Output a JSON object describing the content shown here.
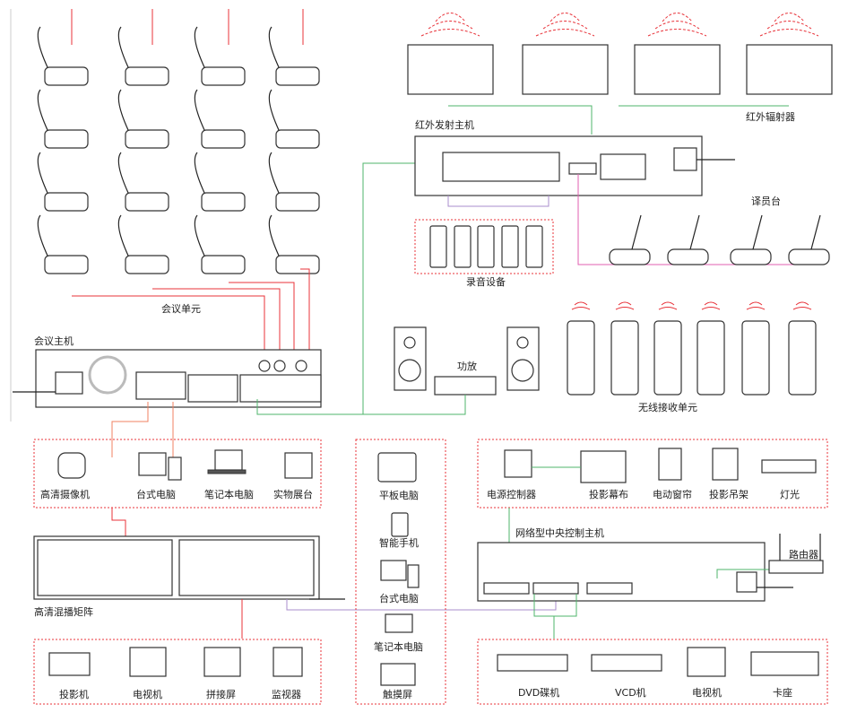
{
  "labels": {
    "conference_unit": "会议单元",
    "conference_host": "会议主机",
    "sources": [
      "高清摄像机",
      "台式电脑",
      "笔记本电脑",
      "实物展台"
    ],
    "matrix": "高清混播矩阵",
    "outputs": [
      "投影机",
      "电视机",
      "拼接屏",
      "监视器"
    ],
    "terminals": [
      "平板电脑",
      "智能手机",
      "台式电脑",
      "笔记本电脑",
      "触摸屏"
    ],
    "ir_radiator": "红外辐射器",
    "ir_transmitter": "红外发射主机",
    "recording": "录音设备",
    "interpreter": "译员台",
    "amplifier": "功放",
    "wireless_receiver": "无线接收单元",
    "controlled": [
      "电源控制器",
      "投影幕布",
      "电动窗帘",
      "投影吊架",
      "灯光"
    ],
    "central_control": "网络型中央控制主机",
    "router": "路由器",
    "av_sources": [
      "DVD碟机",
      "VCD机",
      "电视机",
      "卡座"
    ]
  },
  "colors": {
    "conference_line": "#e8333a",
    "audio_line": "#4fb56b",
    "control_line": "#a98ccc",
    "interpreter_line": "#e05fb0",
    "video_line": "#f08060"
  }
}
